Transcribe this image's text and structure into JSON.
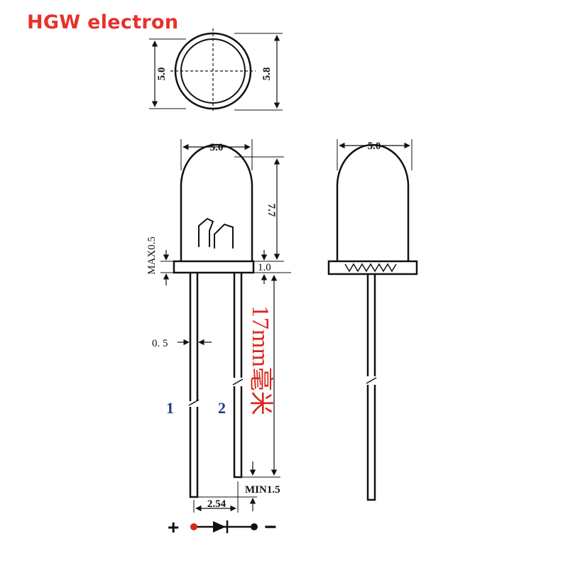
{
  "brand": "HGW electron",
  "top_view": {
    "width_label": "5.0",
    "rim_label": "5.8"
  },
  "side_view": {
    "lens_width_label": "5.0",
    "lens_height_label": "7.7",
    "flange_label": "MAX0.5",
    "flange_height_label": "1.0",
    "lead_width_label": "0. 5",
    "lead_length_label": "17mm毫米",
    "lead_min_label": "MIN1.5",
    "pitch_label": "2.54",
    "pin1_label": "1",
    "pin2_label": "2"
  },
  "front_view": {
    "width_label": "5.0"
  },
  "polarity": {
    "plus": "+",
    "minus": "−"
  },
  "colors": {
    "brand": "#e8312b",
    "accent": "#d8261d",
    "pin_label": "#1e3a8a"
  }
}
